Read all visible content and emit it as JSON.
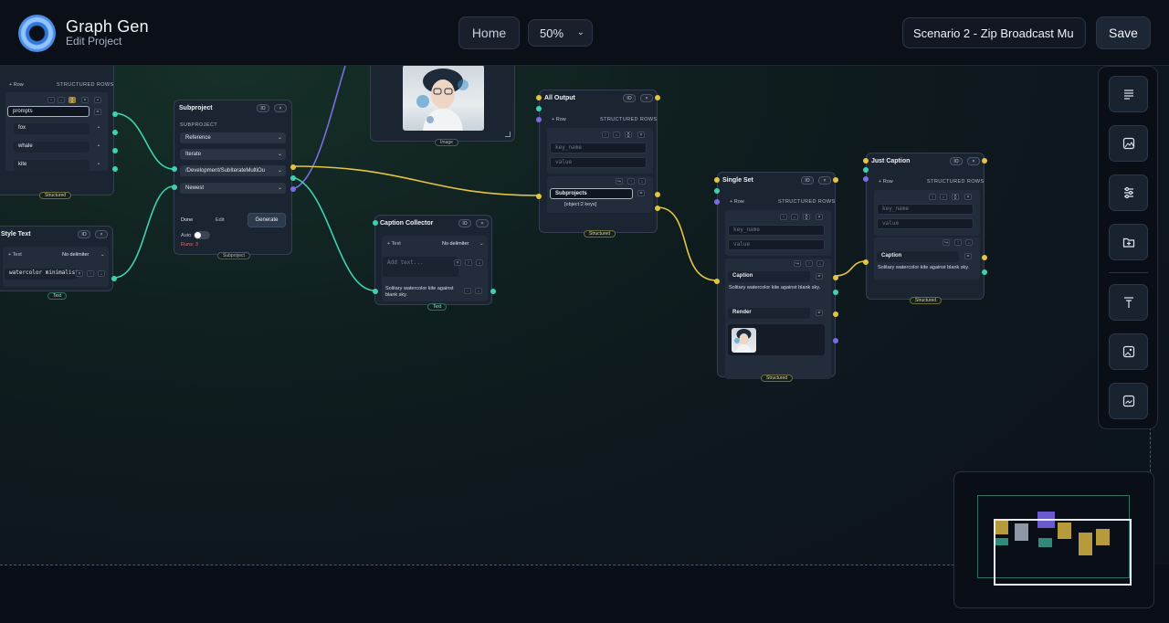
{
  "header": {
    "app_title": "Graph Gen",
    "app_subtitle": "Edit Project",
    "home_label": "Home",
    "zoom_value": "50%",
    "project_name": "Scenario 2 - Zip Broadcast Mu",
    "save_label": "Save"
  },
  "nodes": {
    "prompts_node": {
      "add_row": "+ Row",
      "mode": "STRUCTURED ROWS",
      "rows": [
        "prompts",
        "fox",
        "whale",
        "kite"
      ],
      "badge": "Structured"
    },
    "style_text": {
      "title": "Style Text",
      "add_text": "+ Text",
      "delimiter": "No delimiter",
      "value": "watercolor minimalist",
      "badge": "Text"
    },
    "subproject": {
      "title": "Subproject",
      "io": "IO",
      "close": "×",
      "section": "SUBPROJECT",
      "selects": [
        "Reference",
        "Iterate",
        "/Development/SubIterateMultiOu",
        "Newest"
      ],
      "done": "Done",
      "edit": "Edit",
      "generate": "Generate",
      "auto": "Auto",
      "runs": "Runs: 3",
      "badge": "Subproject"
    },
    "image_node": {
      "badge": "Image"
    },
    "caption_collector": {
      "title": "Caption Collector",
      "io": "IO",
      "close": "×",
      "add_text": "+ Text",
      "delimiter": "No delimiter",
      "placeholder": "Add text...",
      "text": "Solitary watercolor kite against blank sky.",
      "badge": "Text"
    },
    "all_output": {
      "title": "All Output",
      "io": "IO",
      "close": "×",
      "add_row": "+ Row",
      "mode": "STRUCTURED ROWS",
      "key_placeholder": "key_name",
      "value_placeholder": "value",
      "row_key": "Subprojects",
      "row_value": "[object:2 keys]",
      "badge": "Structured"
    },
    "single_set": {
      "title": "Single Set",
      "io": "IO",
      "close": "×",
      "add_row": "+ Row",
      "mode": "STRUCTURED ROWS",
      "key_placeholder": "key_name",
      "value_placeholder": "value",
      "caption_key": "Caption",
      "caption_value": "Solitary watercolor kite against blank sky.",
      "render_key": "Render",
      "badge": "Structured"
    },
    "just_caption": {
      "title": "Just Caption",
      "io": "IO",
      "close": "×",
      "add_row": "+ Row",
      "mode": "STRUCTURED ROWS",
      "key_placeholder": "key_name",
      "value_placeholder": "value",
      "caption_key": "Caption",
      "caption_value": "Solitary watercolor kite against blank sky.",
      "badge": "Structured"
    }
  },
  "toolbar": {
    "icons": [
      "text-lines-icon",
      "image-icon",
      "sliders-icon",
      "folder-plus-icon",
      "text-size-icon",
      "image-add-icon",
      "image-frame-icon"
    ]
  },
  "colors": {
    "port_text": "#3ed1b0",
    "port_structured": "#e3c542",
    "port_image": "#7b6ce6",
    "wire_structured": "#e3c542",
    "wire_text": "#3ed1b0",
    "wire_image": "#7b6ce6"
  }
}
